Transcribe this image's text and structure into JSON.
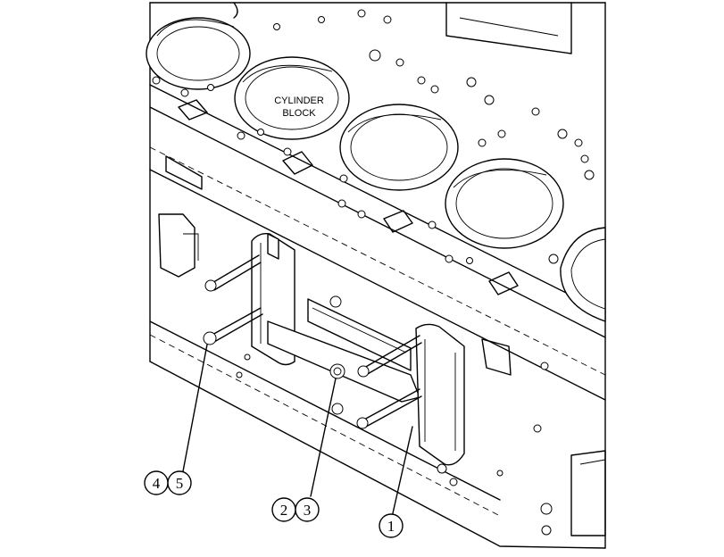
{
  "diagram": {
    "block_label": [
      "CYLINDER",
      "BLOCK"
    ],
    "callouts": [
      {
        "id": "callout-4-5",
        "numbers": [
          "4",
          "5"
        ]
      },
      {
        "id": "callout-2-3",
        "numbers": [
          "2",
          "3"
        ]
      },
      {
        "id": "callout-1",
        "numbers": [
          "1"
        ]
      }
    ]
  }
}
